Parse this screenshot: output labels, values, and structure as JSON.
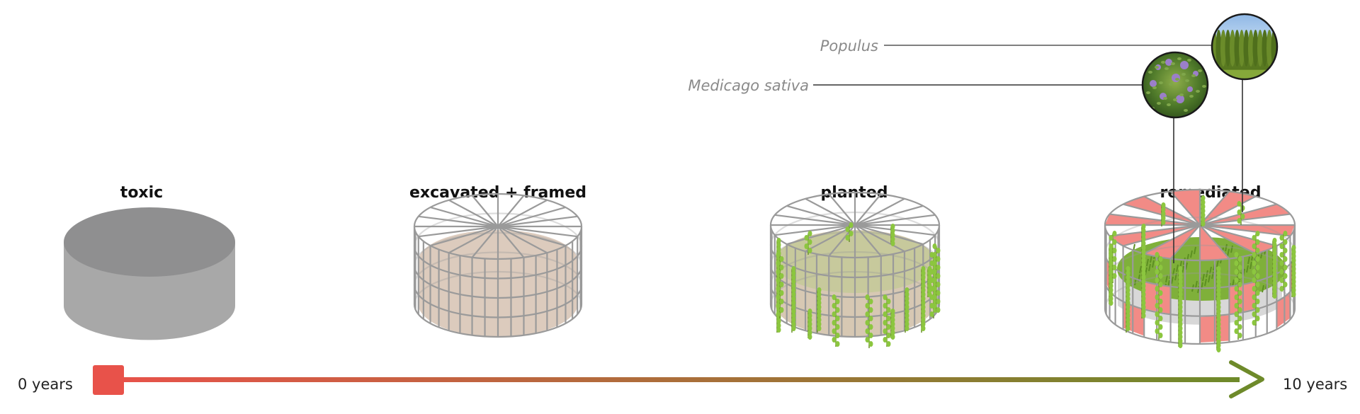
{
  "stages": [
    {
      "id": "toxic",
      "label": "toxic"
    },
    {
      "id": "excavated",
      "label": "excavated + framed"
    },
    {
      "id": "planted",
      "label": "planted"
    },
    {
      "id": "remediated",
      "label": "remediated"
    }
  ],
  "species": {
    "populus": "Populus",
    "medicago": "Medicago sativa"
  },
  "timeline": {
    "start_label": "0 years",
    "end_label": "10 years",
    "start_color": "#e8524a",
    "end_color": "#6e8a2a"
  },
  "colors": {
    "toxic_gray": "#a6a6a6",
    "soil": "#dccbbd",
    "soil_planted": "#c9caa0",
    "plant_green": "#8cc63f",
    "remediated_red": "#f28b86",
    "frame": "#9a9a9a"
  },
  "icons": {
    "populus_photo": "poplar-trees-icon",
    "medicago_photo": "alfalfa-plant-icon"
  }
}
